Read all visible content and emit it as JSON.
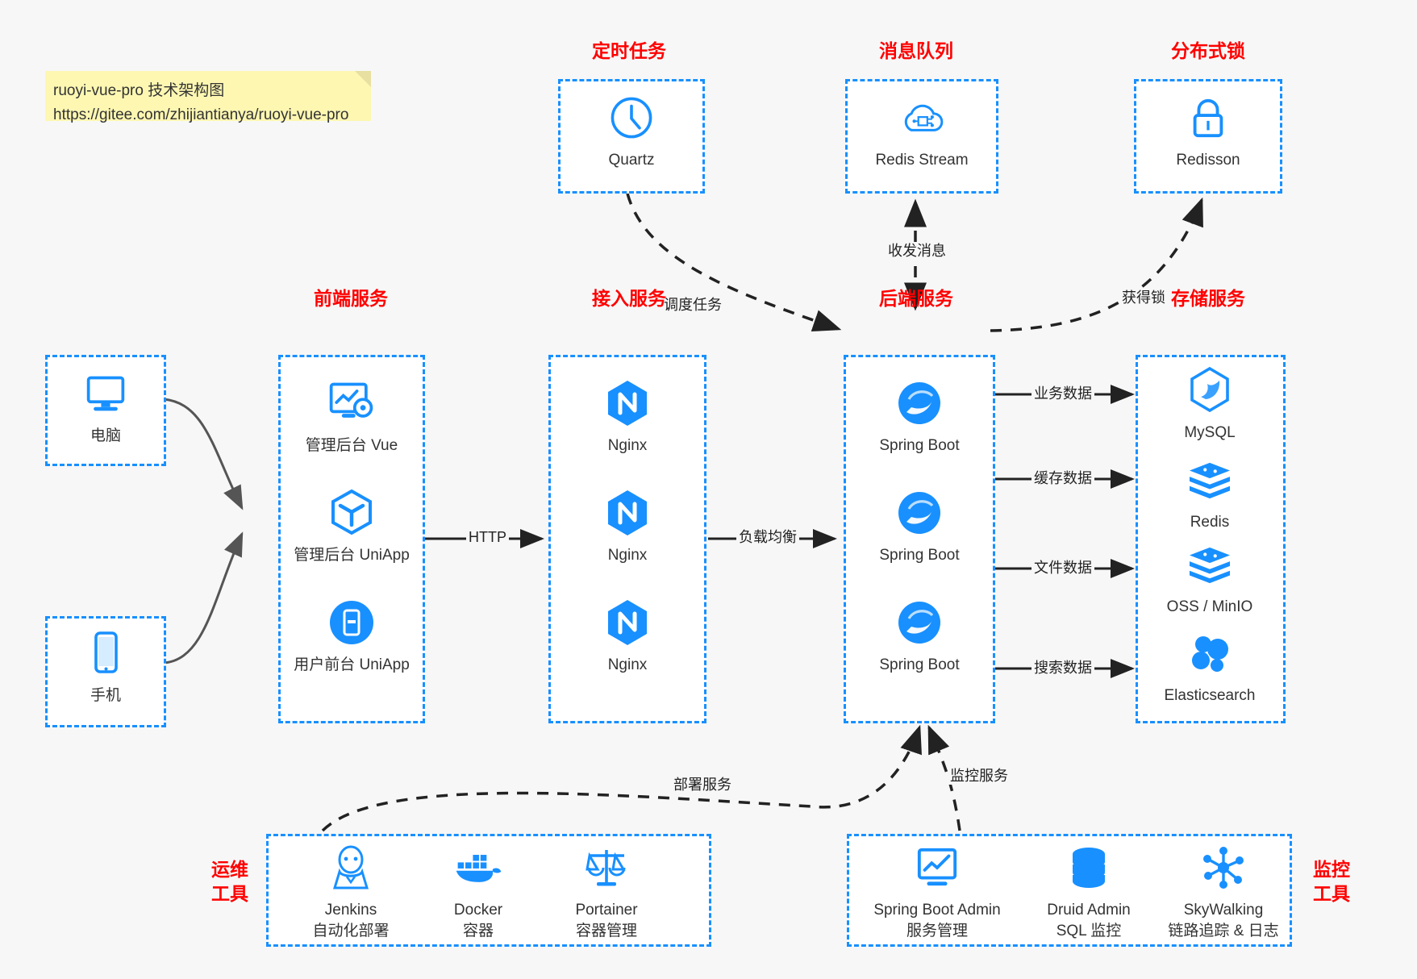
{
  "note": {
    "line1": "ruoyi-vue-pro 技术架构图",
    "line2": "https://gitee.com/zhijiantianya/ruoyi-vue-pro"
  },
  "colors": {
    "accent": "#1890ff",
    "title": "#ff0000",
    "background": "#f7f7f7",
    "note_bg": "#fdf7b2",
    "text": "#333333",
    "arrow": "#222222"
  },
  "groups": {
    "scheduled_task": {
      "title": "定时任务",
      "nodes": [
        {
          "label": "Quartz",
          "icon": "clock-icon"
        }
      ]
    },
    "message_queue": {
      "title": "消息队列",
      "nodes": [
        {
          "label": "Redis Stream",
          "icon": "cloud-stream-icon"
        }
      ]
    },
    "distributed_lock": {
      "title": "分布式锁",
      "nodes": [
        {
          "label": "Redisson",
          "icon": "lock-icon"
        }
      ]
    },
    "clients": {
      "nodes": [
        {
          "label": "电脑",
          "icon": "desktop-icon"
        },
        {
          "label": "手机",
          "icon": "phone-icon"
        }
      ]
    },
    "frontend": {
      "title": "前端服务",
      "nodes": [
        {
          "label": "管理后台 Vue",
          "icon": "dashboard-gear-icon"
        },
        {
          "label": "管理后台 UniApp",
          "icon": "cube-icon"
        },
        {
          "label": "用户前台 UniApp",
          "icon": "mobile-app-icon"
        }
      ]
    },
    "gateway": {
      "title": "接入服务",
      "nodes": [
        {
          "label": "Nginx",
          "icon": "nginx-icon"
        },
        {
          "label": "Nginx",
          "icon": "nginx-icon"
        },
        {
          "label": "Nginx",
          "icon": "nginx-icon"
        }
      ]
    },
    "backend": {
      "title": "后端服务",
      "nodes": [
        {
          "label": "Spring Boot",
          "icon": "spring-icon"
        },
        {
          "label": "Spring Boot",
          "icon": "spring-icon"
        },
        {
          "label": "Spring Boot",
          "icon": "spring-icon"
        }
      ]
    },
    "storage": {
      "title": "存储服务",
      "nodes": [
        {
          "label": "MySQL",
          "icon": "mysql-icon"
        },
        {
          "label": "Redis",
          "icon": "redis-icon"
        },
        {
          "label": "OSS / MinIO",
          "icon": "redis-icon"
        },
        {
          "label": "Elasticsearch",
          "icon": "elasticsearch-icon"
        }
      ]
    },
    "devops": {
      "title_line1": "运维",
      "title_line2": "工具",
      "nodes": [
        {
          "label": "Jenkins",
          "sublabel": "自动化部署",
          "icon": "jenkins-icon"
        },
        {
          "label": "Docker",
          "sublabel": "容器",
          "icon": "docker-icon"
        },
        {
          "label": "Portainer",
          "sublabel": "容器管理",
          "icon": "scales-icon"
        }
      ]
    },
    "monitoring": {
      "title_line1": "监控",
      "title_line2": "工具",
      "nodes": [
        {
          "label": "Spring Boot Admin",
          "sublabel": "服务管理",
          "icon": "monitor-chart-icon"
        },
        {
          "label": "Druid Admin",
          "sublabel": "SQL 监控",
          "icon": "database-icon"
        },
        {
          "label": "SkyWalking",
          "sublabel": "链路追踪 & 日志",
          "icon": "skywalking-icon"
        }
      ]
    }
  },
  "edges": {
    "http": "HTTP",
    "load_balance": "负载均衡",
    "schedule_task": "调度任务",
    "send_receive_message": "收发消息",
    "acquire_lock": "获得锁",
    "business_data": "业务数据",
    "cache_data": "缓存数据",
    "file_data": "文件数据",
    "search_data": "搜索数据",
    "deploy_service": "部署服务",
    "monitor_service": "监控服务"
  }
}
